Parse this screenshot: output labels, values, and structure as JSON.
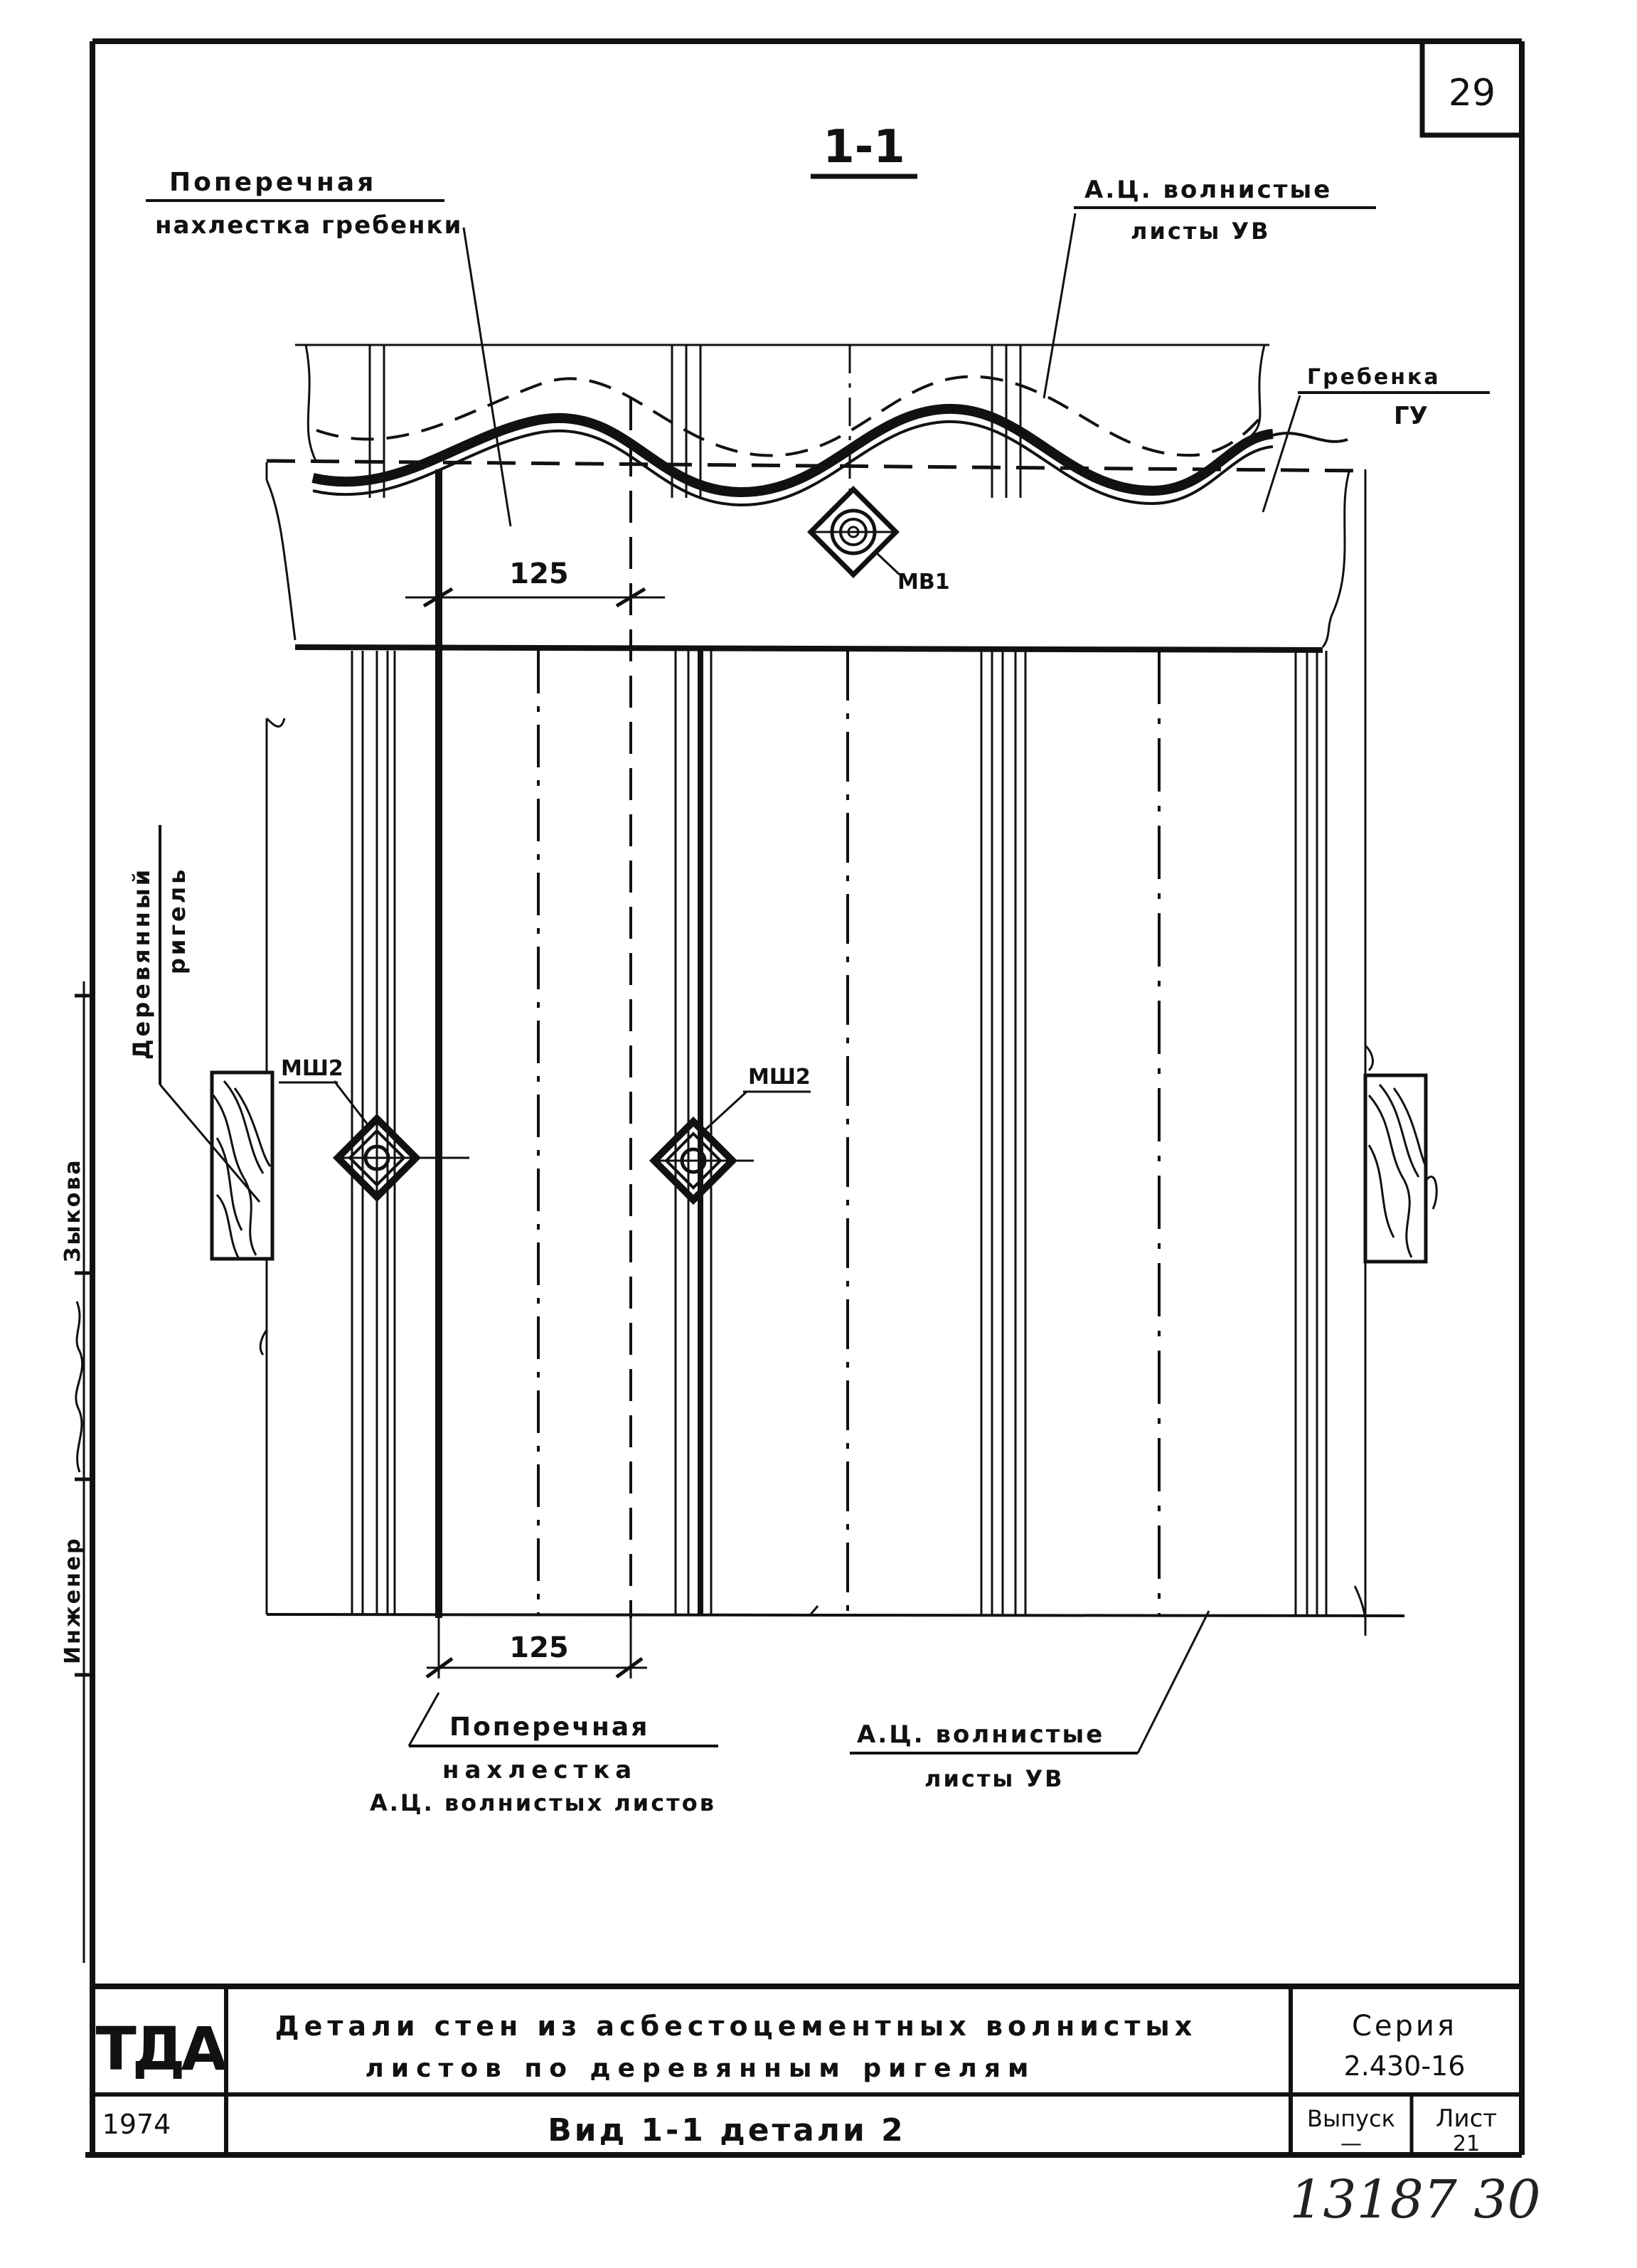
{
  "sheet_number": "29",
  "section_title": "1-1",
  "labels": {
    "top_left_line1": "Поперечная",
    "top_left_line2": "нахлестка гребенки",
    "top_right_line1": "А.Ц. волнистые",
    "top_right_line2": "листы УВ",
    "ridge_line1": "Гребенка",
    "ridge_line2": "ГУ",
    "bolt_top": "МВ1",
    "bolt_left": "МШ2",
    "bolt_mid": "МШ2",
    "dim_top": "125",
    "dim_bottom": "125",
    "side_label_line1": "Деревянный",
    "side_label_line2": "ригель",
    "bottom_left_line1": "Поперечная",
    "bottom_left_line2": "нахлестка",
    "bottom_left_line3": "А.Ц. волнистых листов",
    "bottom_right_line1": "А.Ц. волнистые",
    "bottom_right_line2": "листы УВ"
  },
  "side_stamp": {
    "role1": "Инженер",
    "role2": "Зыкова"
  },
  "title_block": {
    "logo": "ТДА",
    "year": "1974",
    "title_line1": "Детали стен из асбестоцементных волнистых",
    "title_line2": "листов по деревянным ригелям",
    "subtitle": "Вид 1-1 детали 2",
    "series_label": "Серия",
    "series_value": "2.430-16",
    "issue_label": "Выпуск",
    "issue_value": "—",
    "sheet_label": "Лист",
    "sheet_value": "21"
  },
  "handwritten_note": "13187 30"
}
